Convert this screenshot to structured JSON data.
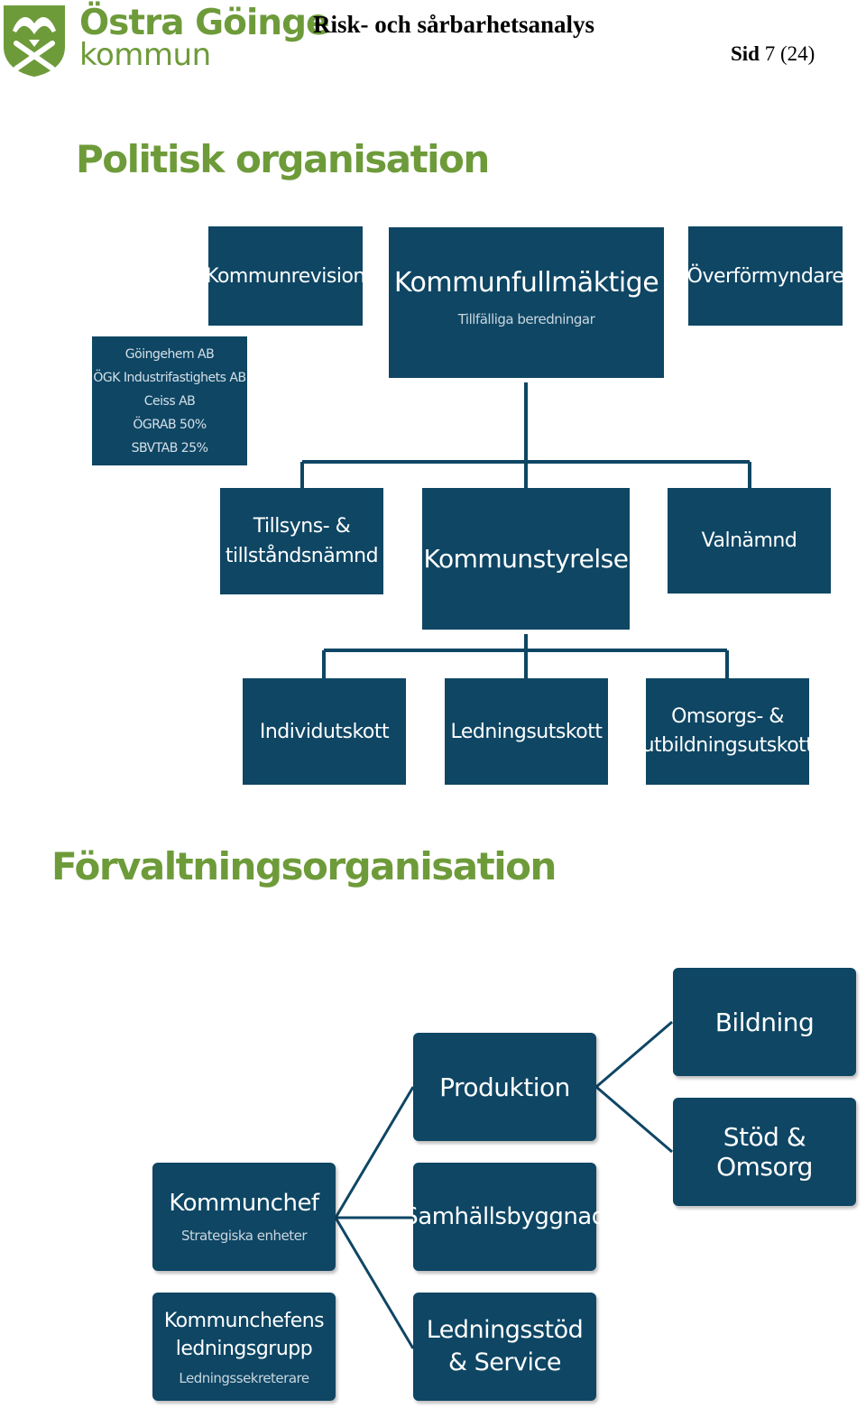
{
  "header": {
    "brand_line1": "Östra Göinge",
    "brand_line2": "kommun",
    "doc_title": "Risk- och sårbarhetsanalys",
    "page_label": "Sid",
    "page_rest": "7 (24)"
  },
  "politisk": {
    "title": "Politisk organisation",
    "kommunrevision": "Kommunrevision",
    "kommunfullmaktige": "Kommunfullmäktige",
    "kommunfullmaktige_sub": "Tillfälliga beredningar",
    "overformyndare": "Överförmyndare",
    "bolag": [
      "Göingehem AB",
      "ÖGK Industrifastighets AB",
      "Ceiss AB",
      "ÖGRAB 50%",
      "SBVTAB 25%"
    ],
    "tillsyn_l1": "Tillsyns- &",
    "tillsyn_l2": "tillståndsnämnd",
    "kommunstyrelse": "Kommunstyrelse",
    "valnamnd": "Valnämnd",
    "individutskott": "Individutskott",
    "ledningsutskott": "Ledningsutskott",
    "omsorg_l1": "Omsorgs- &",
    "omsorg_l2": "utbildningsutskott"
  },
  "forvaltning": {
    "title": "Förvaltningsorganisation",
    "bildning": "Bildning",
    "produktion": "Produktion",
    "stod_omsorg": "Stöd & Omsorg",
    "kommunchef": "Kommunchef",
    "kommunchef_sub": "Strategiska enheter",
    "samhallsbyggnad": "Samhällsbyggnad",
    "ledningsgrupp_l1": "Kommunchefens",
    "ledningsgrupp_l2": "ledningsgrupp",
    "ledningsgrupp_sub": "Ledningssekreterare",
    "ledningsstod_l1": "Ledningsstöd",
    "ledningsstod_l2": "& Service"
  },
  "colors": {
    "box": "#0e4664",
    "brand_green": "#6e9b3a"
  }
}
